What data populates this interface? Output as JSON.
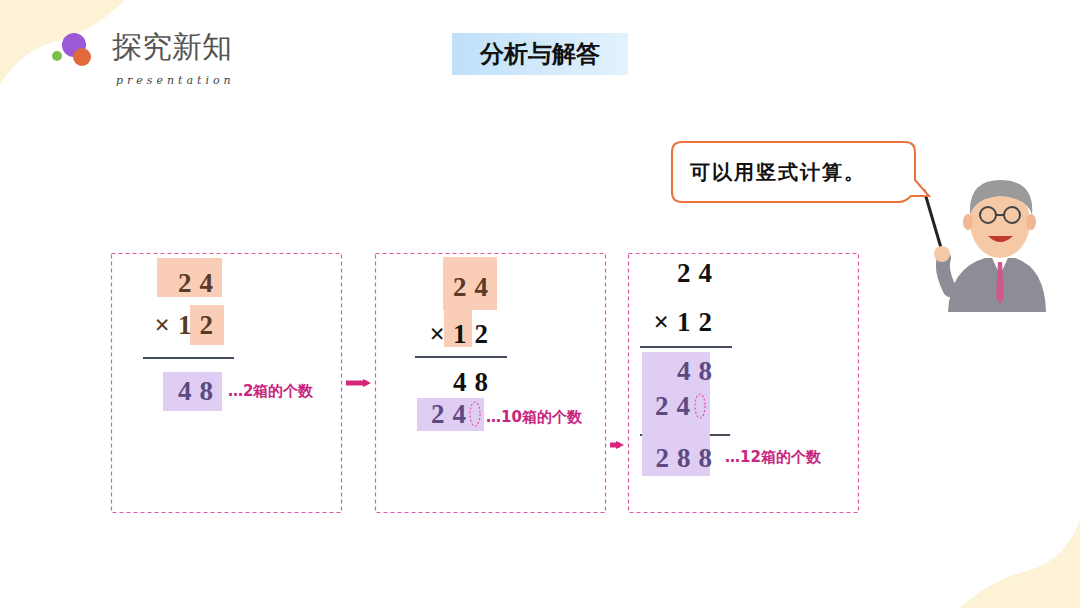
{
  "diagram": {
    "title": "分析与解答",
    "nodes": [
      {
        "text": [
          "可以用竖式计算。"
        ]
      },
      {
        "text": [
          "24",
          "×12",
          "48",
          "…2箱的个数"
        ]
      },
      {
        "text": [
          "24",
          "×12",
          "48",
          "24",
          "…10箱的个数"
        ]
      },
      {
        "text": [
          "24",
          "×12",
          "48",
          "24",
          "288",
          "…12箱的个数"
        ]
      }
    ],
    "edges": [
      {
        "from": 1,
        "to": 2,
        "arrow": "to"
      },
      {
        "from": 2,
        "to": 3,
        "arrow": "to"
      }
    ],
    "labels": [
      "探究新知",
      "presentation"
    ]
  }
}
